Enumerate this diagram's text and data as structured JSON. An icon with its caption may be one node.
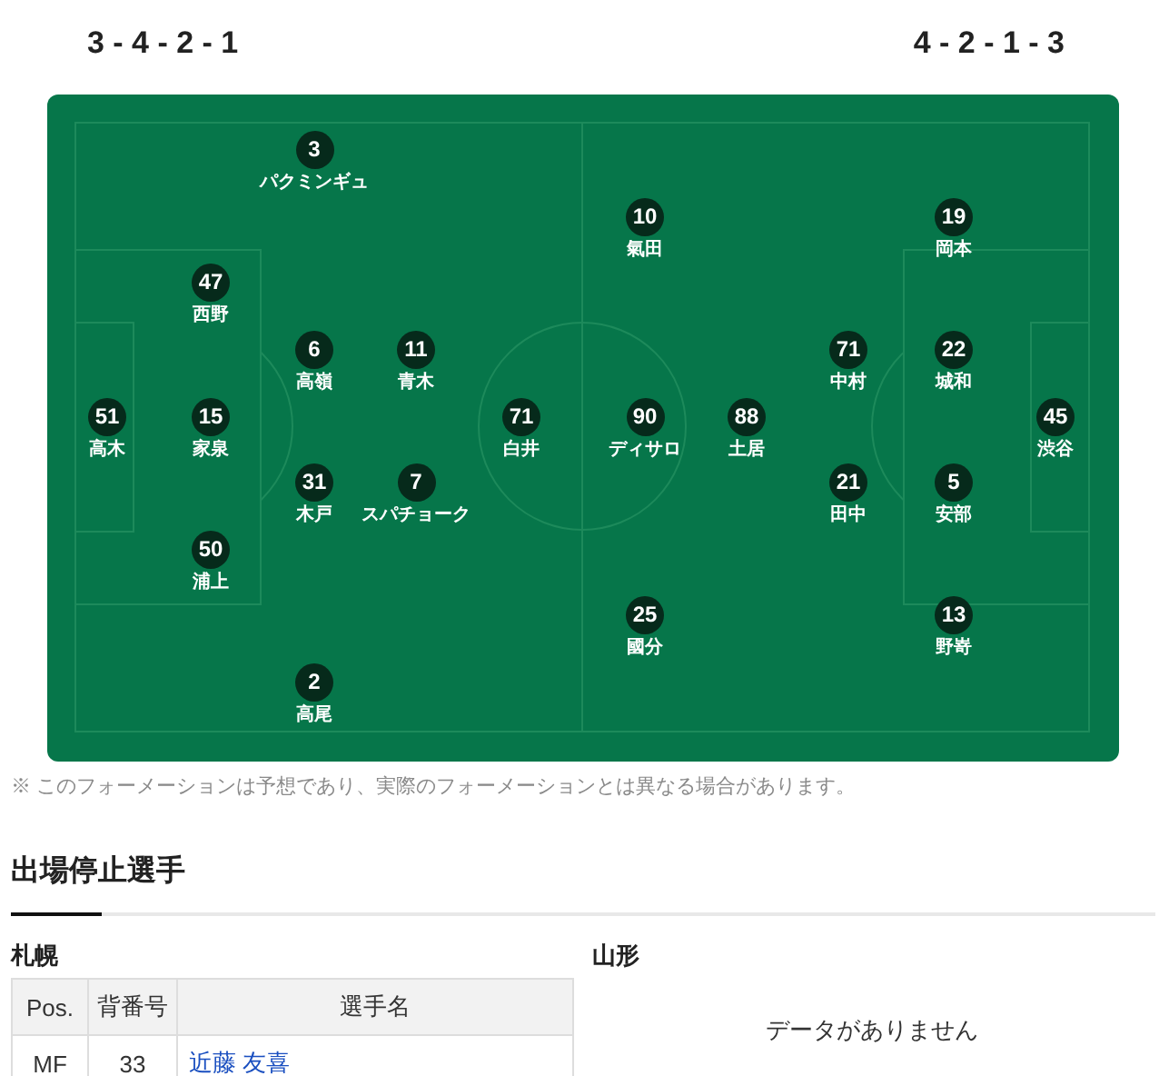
{
  "diagram": {
    "nodes": [
      {
        "text": [
          "3",
          "パクミンギュ"
        ]
      },
      {
        "text": [
          "47",
          "西野"
        ]
      },
      {
        "text": [
          "6",
          "高嶺"
        ]
      },
      {
        "text": [
          "11",
          "青木"
        ]
      },
      {
        "text": [
          "51",
          "高木"
        ]
      },
      {
        "text": [
          "15",
          "家泉"
        ]
      },
      {
        "text": [
          "71",
          "白井"
        ]
      },
      {
        "text": [
          "31",
          "木戸"
        ]
      },
      {
        "text": [
          "7",
          "スパチョーク"
        ]
      },
      {
        "text": [
          "50",
          "浦上"
        ]
      },
      {
        "text": [
          "2",
          "高尾"
        ]
      },
      {
        "text": [
          "10",
          "氣田"
        ]
      },
      {
        "text": [
          "19",
          "岡本"
        ]
      },
      {
        "text": [
          "71",
          "中村"
        ]
      },
      {
        "text": [
          "22",
          "城和"
        ]
      },
      {
        "text": [
          "90",
          "ディサロ"
        ]
      },
      {
        "text": [
          "88",
          "土居"
        ]
      },
      {
        "text": [
          "45",
          "渋谷"
        ]
      },
      {
        "text": [
          "21",
          "田中"
        ]
      },
      {
        "text": [
          "5",
          "安部"
        ]
      },
      {
        "text": [
          "25",
          "國分"
        ]
      },
      {
        "text": [
          "13",
          "野嵜"
        ]
      }
    ],
    "labels": [
      "3 - 4 - 2 - 1",
      "4 - 2 - 1 - 3",
      "※ このフォーメーションは予想であり、実際のフォーメーションとは異なる場合があります。",
      "出場停止選手",
      "札幌",
      "山形",
      "Pos.",
      "背番号",
      "選手名",
      "MF",
      "33",
      "近藤 友喜",
      "データがありません"
    ]
  }
}
